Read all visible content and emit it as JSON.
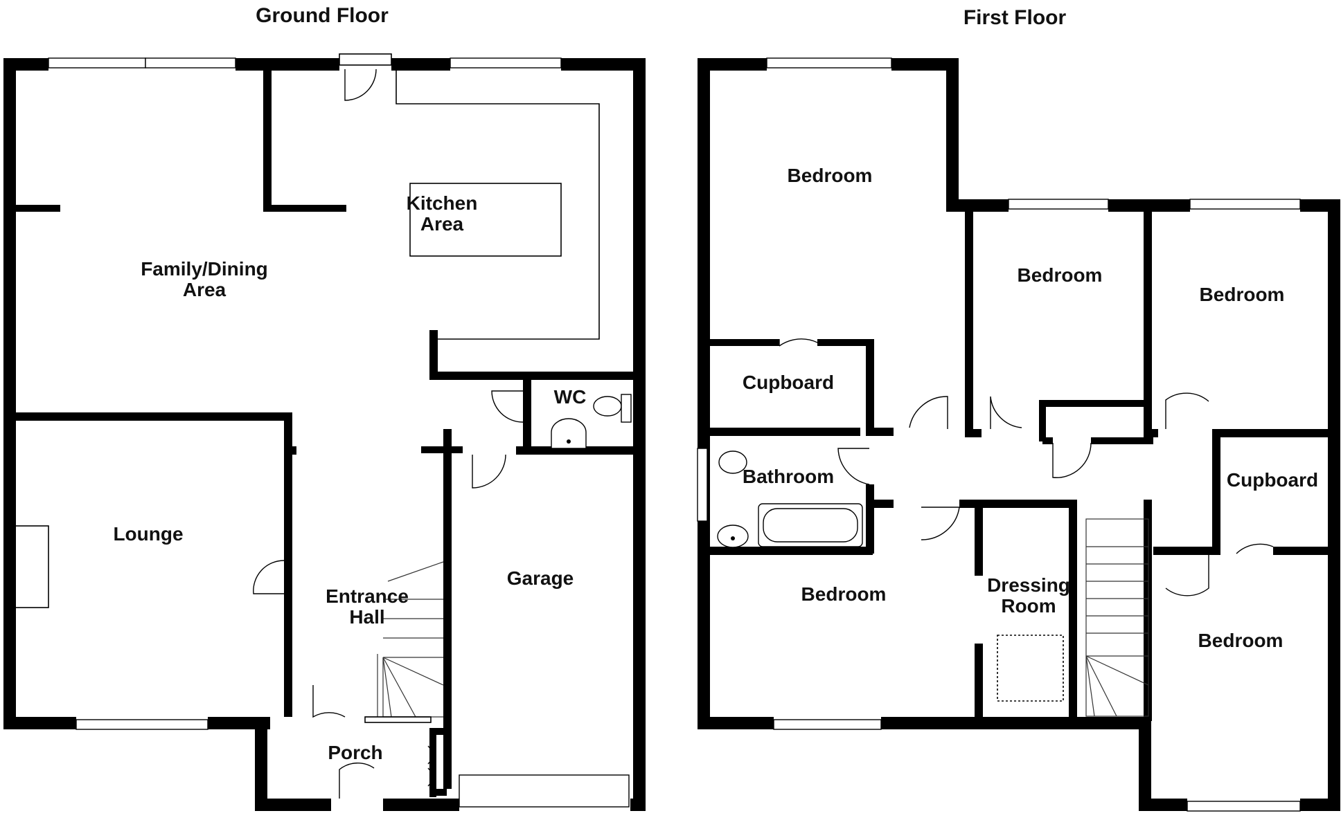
{
  "floors": {
    "ground": {
      "title": "Ground Floor",
      "rooms": {
        "kitchen_line1": "Kitchen",
        "kitchen_line2": "Area",
        "family_line1": "Family/Dining",
        "family_line2": "Area",
        "wc": "WC",
        "lounge": "Lounge",
        "hall_line1": "Entrance",
        "hall_line2": "Hall",
        "garage": "Garage",
        "porch": "Porch"
      }
    },
    "first": {
      "title": "First Floor",
      "rooms": {
        "bedroom_front_left": "Bedroom",
        "bedroom_middle": "Bedroom",
        "bedroom_right": "Bedroom",
        "cupboard_left": "Cupboard",
        "bathroom": "Bathroom",
        "cupboard_right": "Cupboard",
        "bedroom_rear_left": "Bedroom",
        "dressing_line1": "Dressing",
        "dressing_line2": "Room",
        "bedroom_rear_right": "Bedroom"
      }
    }
  }
}
